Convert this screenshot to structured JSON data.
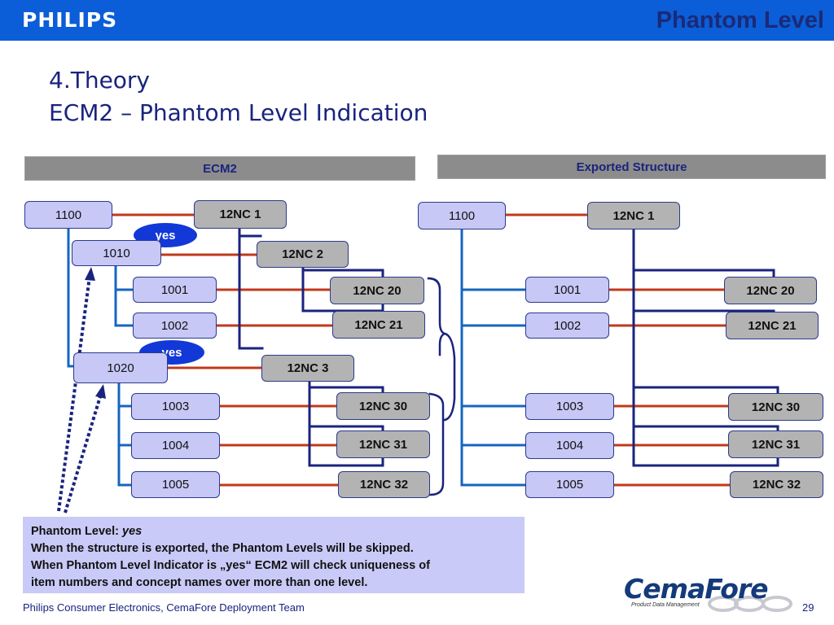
{
  "header": {
    "logo": "PHILIPS",
    "section_title": "Phantom Level"
  },
  "title": {
    "line1": "4.Theory",
    "line2": "ECM2 – Phantom Level Indication"
  },
  "panels": {
    "left_header": "ECM2",
    "right_header": "Exported Structure"
  },
  "ecm2": {
    "n1100": "1100",
    "n1010": "1010",
    "n1001": "1001",
    "n1002": "1002",
    "n1020": "1020",
    "n1003": "1003",
    "n1004": "1004",
    "n1005": "1005",
    "nc1": "12NC 1",
    "nc2": "12NC 2",
    "nc20": "12NC 20",
    "nc21": "12NC 21",
    "nc3": "12NC 3",
    "nc30": "12NC 30",
    "nc31": "12NC 31",
    "nc32": "12NC 32",
    "yes1": "yes",
    "yes2": "yes"
  },
  "exported": {
    "n1100": "1100",
    "n1001": "1001",
    "n1002": "1002",
    "n1003": "1003",
    "n1004": "1004",
    "n1005": "1005",
    "nc1": "12NC 1",
    "nc20": "12NC 20",
    "nc21": "12NC 21",
    "nc30": "12NC 30",
    "nc31": "12NC 31",
    "nc32": "12NC 32"
  },
  "note": {
    "label": "Phantom Level:",
    "value": "yes",
    "line2": "When the structure is exported, the Phantom Levels will be skipped.",
    "line3": "When Phantom Level Indicator is „yes“ ECM2 will check uniqueness of",
    "line4": "item numbers and concept names over more than one level."
  },
  "footer": {
    "team": "Philips Consumer Electronics, CemaFore Deployment Team",
    "page": "29"
  },
  "brand": {
    "name": "CemaFore",
    "tagline": "Product Data Management"
  },
  "colors": {
    "topbar": "#0b5ed7",
    "item_box": "#c7c8f6",
    "nc_box": "#b3b3b3",
    "yes_oval": "#1238d8",
    "blue_link": "#1565c0",
    "red_link": "#c0391b",
    "navy_link": "#1a237e"
  }
}
